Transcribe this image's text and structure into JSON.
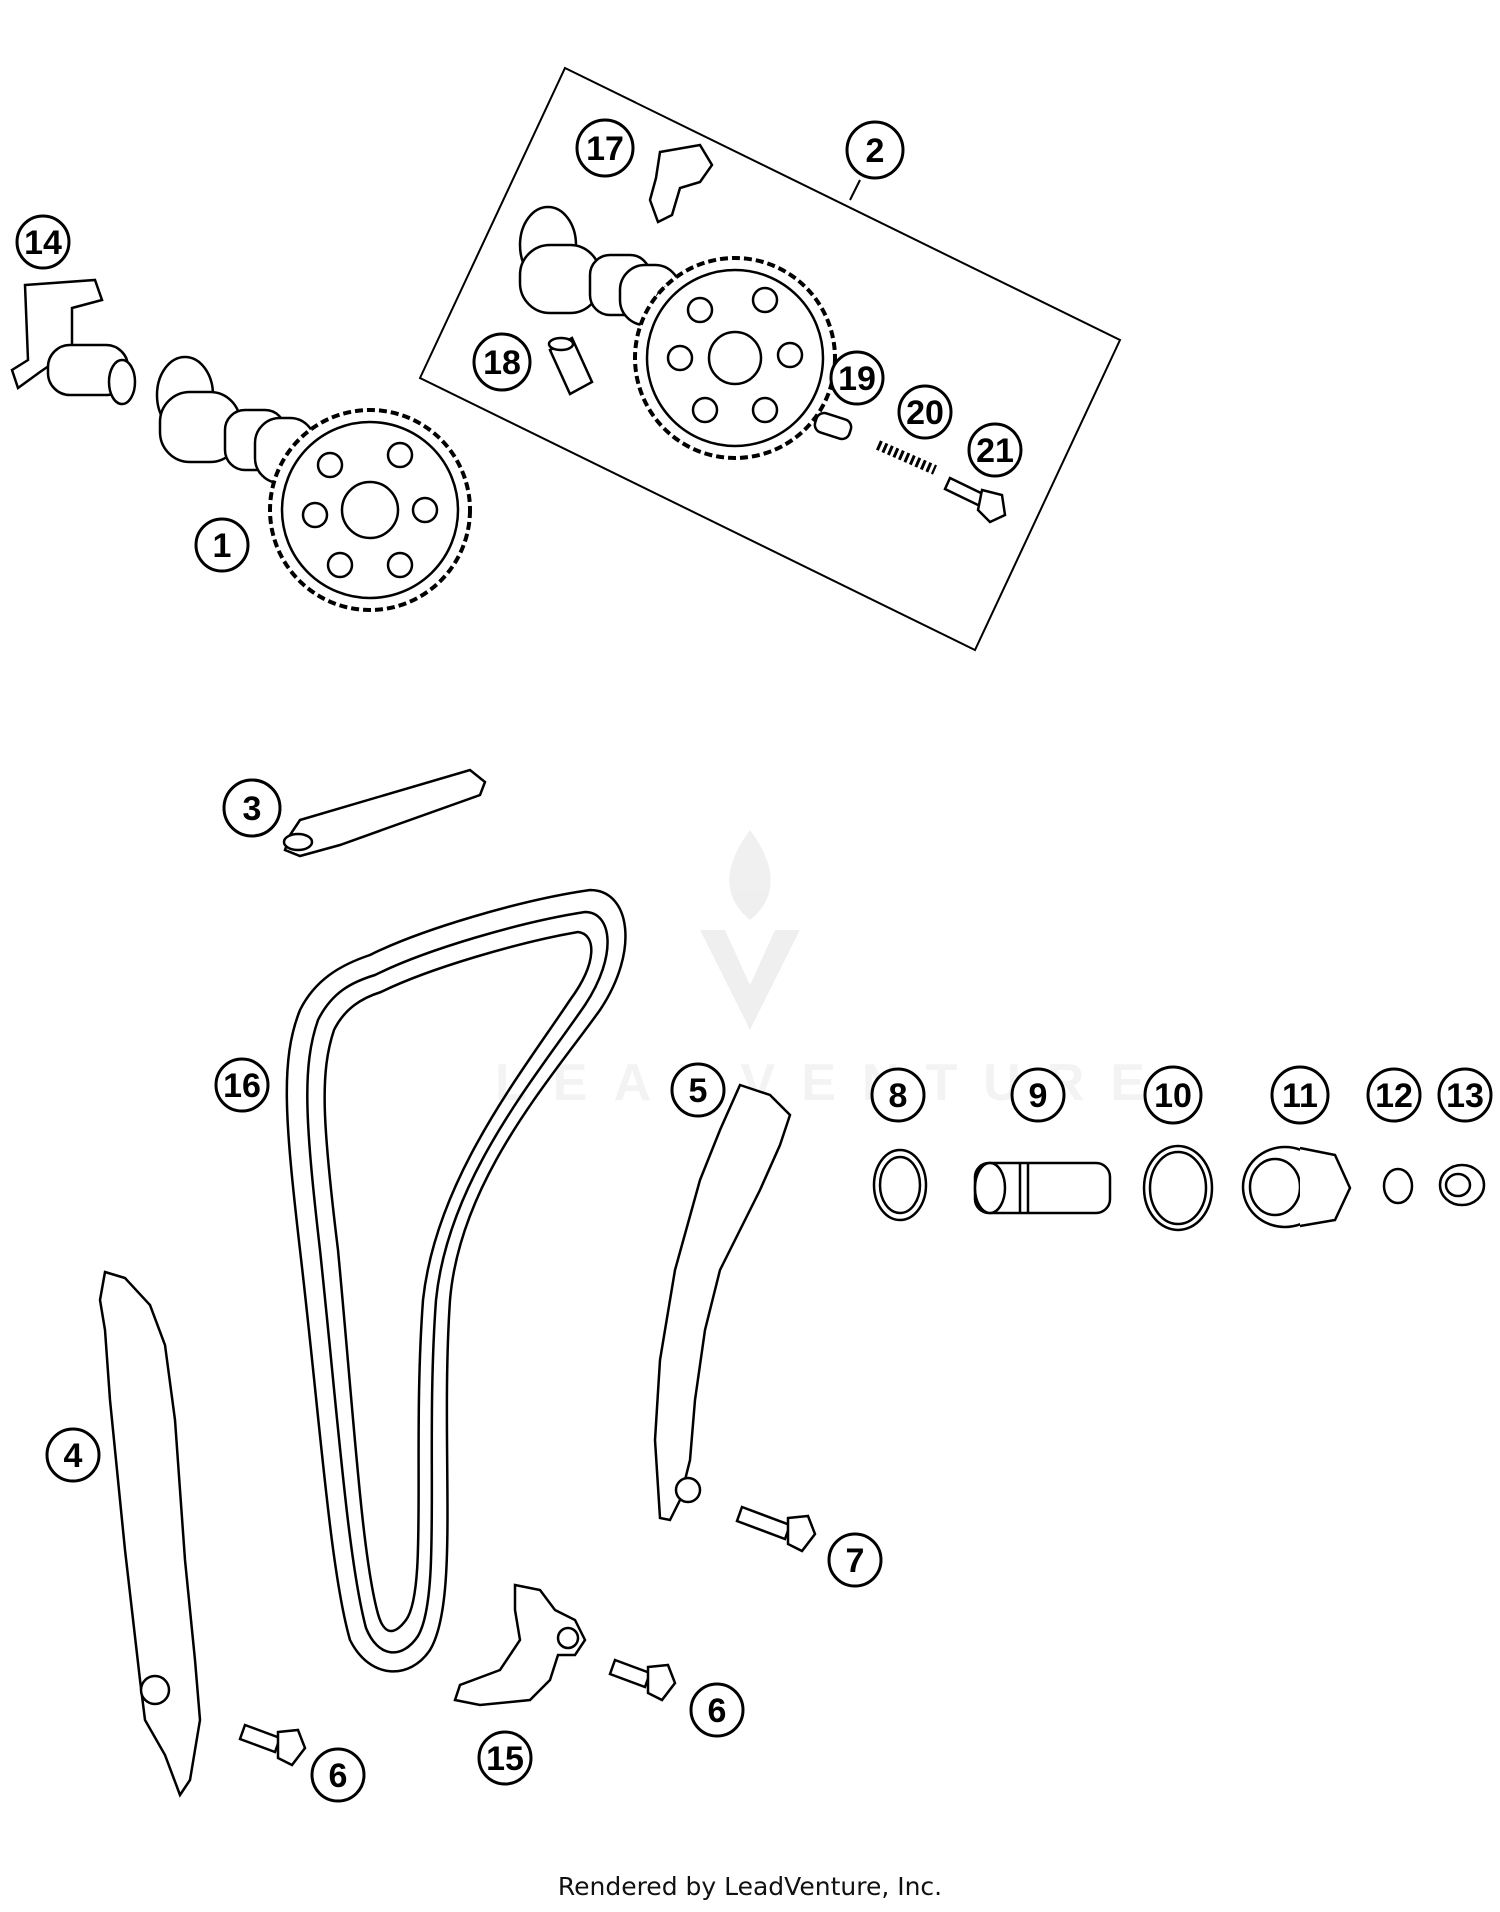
{
  "watermark": {
    "text": "LEADVENTURE"
  },
  "callouts": [
    {
      "id": "c1",
      "label": "1"
    },
    {
      "id": "c2",
      "label": "2"
    },
    {
      "id": "c3",
      "label": "3"
    },
    {
      "id": "c4",
      "label": "4"
    },
    {
      "id": "c5",
      "label": "5"
    },
    {
      "id": "c6a",
      "label": "6"
    },
    {
      "id": "c6b",
      "label": "6"
    },
    {
      "id": "c7",
      "label": "7"
    },
    {
      "id": "c8",
      "label": "8"
    },
    {
      "id": "c9",
      "label": "9"
    },
    {
      "id": "c10",
      "label": "10"
    },
    {
      "id": "c11",
      "label": "11"
    },
    {
      "id": "c12",
      "label": "12"
    },
    {
      "id": "c13",
      "label": "13"
    },
    {
      "id": "c14",
      "label": "14"
    },
    {
      "id": "c15",
      "label": "15"
    },
    {
      "id": "c16",
      "label": "16"
    },
    {
      "id": "c17",
      "label": "17"
    },
    {
      "id": "c18",
      "label": "18"
    },
    {
      "id": "c19",
      "label": "19"
    },
    {
      "id": "c20",
      "label": "20"
    },
    {
      "id": "c21",
      "label": "21"
    }
  ],
  "footer": {
    "text": "Rendered by LeadVenture, Inc."
  }
}
